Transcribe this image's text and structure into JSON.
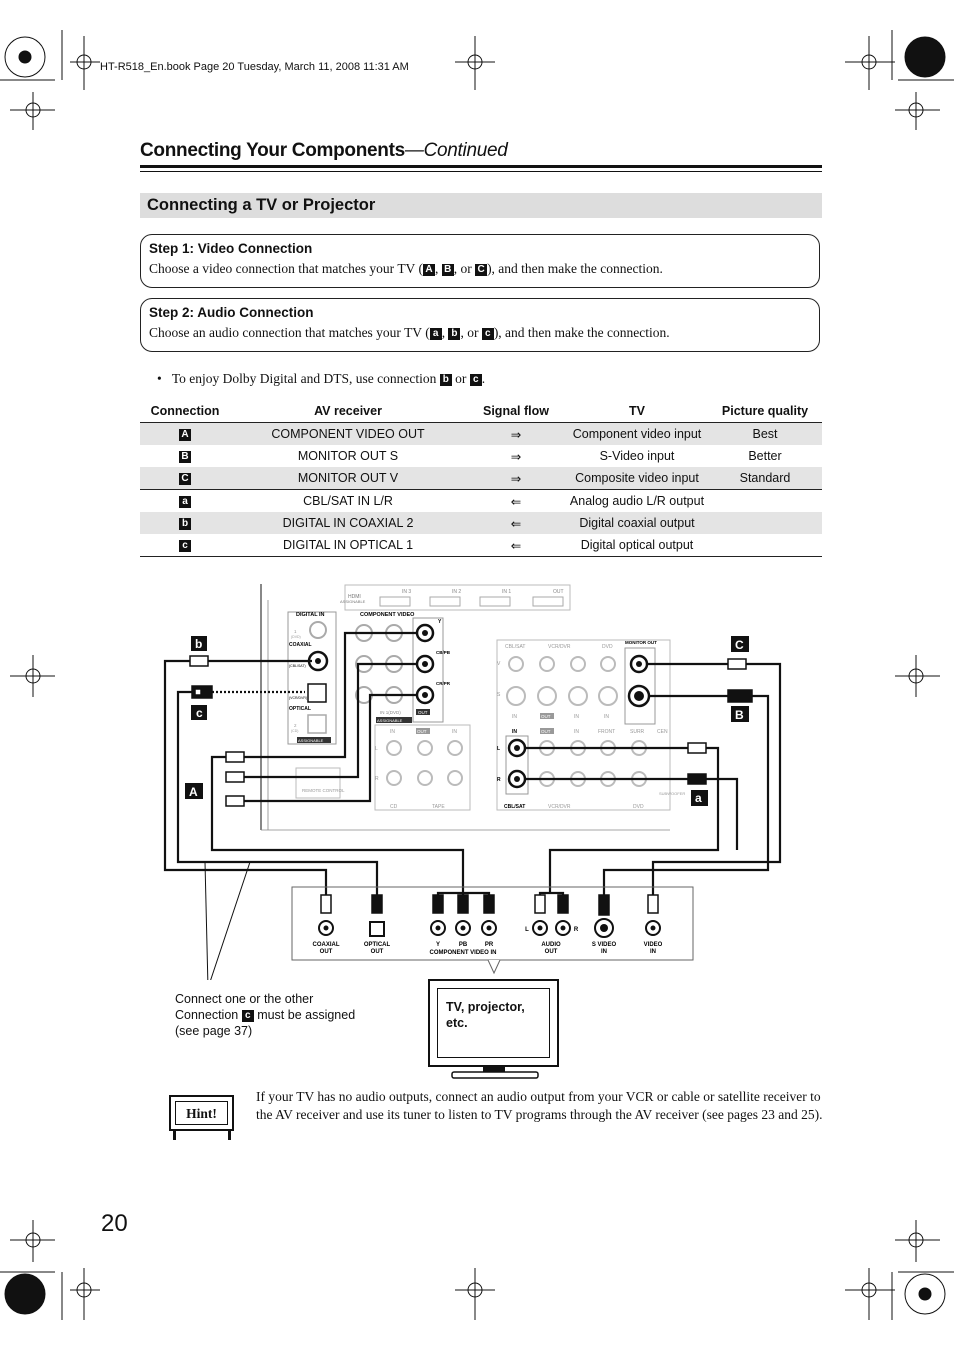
{
  "print_header": "HT-R518_En.book  Page 20  Tuesday, March 11, 2008  11:31 AM",
  "title": {
    "main": "Connecting Your Components",
    "continued": "—Continued"
  },
  "section_title": "Connecting a TV or Projector",
  "step1": {
    "heading": "Step 1: Video Connection",
    "pre": "Choose a video connection that matches your TV (",
    "badges": [
      "A",
      "B",
      "C"
    ],
    "sep1": ", ",
    "sep2": ", or ",
    "post": "), and then make the connection."
  },
  "step2": {
    "heading": "Step 2: Audio Connection",
    "pre": "Choose an audio connection that matches your TV (",
    "badges": [
      "a",
      "b",
      "c"
    ],
    "sep1": ", ",
    "sep2": ", or ",
    "post": "), and then make the connection."
  },
  "bullet": {
    "pre": "To enjoy Dolby Digital and DTS, use connection ",
    "b1": "b",
    "mid": " or ",
    "b2": "c",
    "post": "."
  },
  "table": {
    "headers": [
      "Connection",
      "AV receiver",
      "Signal flow",
      "TV",
      "Picture quality"
    ],
    "rows": [
      {
        "conn": "A",
        "av": "COMPONENT VIDEO OUT",
        "flow": "⇒",
        "tv": "Component video input",
        "quality": "Best"
      },
      {
        "conn": "B",
        "av": "MONITOR OUT S",
        "flow": "⇒",
        "tv": "S-Video input",
        "quality": "Better"
      },
      {
        "conn": "C",
        "av": "MONITOR OUT V",
        "flow": "⇒",
        "tv": "Composite video input",
        "quality": "Standard"
      },
      {
        "conn": "a",
        "av": "CBL/SAT IN L/R",
        "flow": "⇐",
        "tv": "Analog audio L/R output",
        "quality": ""
      },
      {
        "conn": "b",
        "av": "DIGITAL IN COAXIAL 2",
        "flow": "⇐",
        "tv": "Digital coaxial output",
        "quality": ""
      },
      {
        "conn": "c",
        "av": "DIGITAL IN OPTICAL 1",
        "flow": "⇐",
        "tv": "Digital optical output",
        "quality": ""
      }
    ]
  },
  "diagram": {
    "receiver": {
      "hdmi": "HDMI",
      "hdmi_assign": "ASSIGNABLE",
      "in3": "IN 3",
      "in2": "IN 2",
      "in1": "IN 1",
      "out": "OUT",
      "digital_in": "DIGITAL IN",
      "coaxial": "COAXIAL",
      "optical": "OPTICAL",
      "assignable": "ASSIGNABLE",
      "d1": "1",
      "dvd": "(DVD)",
      "cblsat": "(CBL/SAT)",
      "vcrdvr": "(VCR/DVR)",
      "d2": "2",
      "cd_small": "(CD)",
      "component_video": "COMPONENT VIDEO",
      "y": "Y",
      "cbpb": "CB/PB",
      "crpr": "CR/PR",
      "in1dvd": "IN 1(DVD)",
      "comp_out": "OUT",
      "comp_assign": "ASSIGNABLE",
      "cd": "CD",
      "tape": "TAPE",
      "in": "IN",
      "out2": "OUT",
      "remote_control": "REMOTE CONTROL",
      "cbl_sat": "CBL/SAT",
      "vcr_dvr": "VCR/DVR",
      "dvd2": "DVD",
      "monitor_out": "MONITOR OUT",
      "v": "V",
      "s": "S",
      "l": "L",
      "r": "R",
      "front": "FRONT",
      "surr": "SURR",
      "cen": "CEN",
      "sw": "SUBWOOFER",
      "in_lbl": "IN"
    },
    "labels": {
      "b": "b",
      "c": "c",
      "A": "A",
      "C": "C",
      "B": "B",
      "a": "a"
    },
    "tv_ports": {
      "coaxial_out": [
        "COAXIAL",
        "OUT"
      ],
      "optical_out": [
        "OPTICAL",
        "OUT"
      ],
      "y": "Y",
      "pb": "PB",
      "pr": "PR",
      "component_in": "COMPONENT VIDEO IN",
      "l": "L",
      "r": "R",
      "audio_out": [
        "AUDIO",
        "OUT"
      ],
      "svideo_in": [
        "S VIDEO",
        "IN"
      ],
      "video_in": [
        "VIDEO",
        "IN"
      ]
    }
  },
  "note": {
    "line1": "Connect one or the other",
    "line2_pre": "Connection ",
    "badge": "c",
    "line2_post": " must be assigned",
    "line3": "(see page 37)"
  },
  "tv_label": {
    "line1": "TV, projector,",
    "line2": "etc."
  },
  "hint": {
    "label": "Hint!",
    "text": "If your TV has no audio outputs, connect an audio output from your VCR or cable or satellite receiver to the AV receiver and use its tuner to listen to TV programs through the AV receiver (see pages 23 and 25)."
  },
  "page_number": "20"
}
